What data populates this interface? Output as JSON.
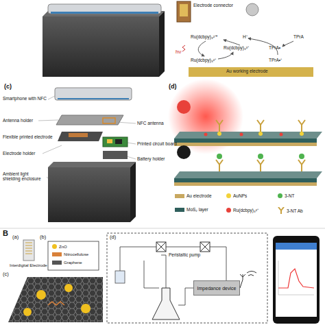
{
  "diagram": {
    "nodes": [
      {
        "text": [
          "Impedance device"
        ]
      }
    ],
    "labels": [
      "(c)",
      "(d)",
      "Electrode connector",
      "hν",
      "Ru(dcbpy)₃²⁺*",
      "H⁺",
      "Ru(dcbpy)₃³⁺",
      "TPrA•",
      "TPrA",
      "Ru(dcbpy)₃²⁺",
      "TPrA•⁺",
      "Au working electrode",
      "Smartphone with NFC",
      "Antenna holder",
      "NFC antenna",
      "Flexible printed electrode",
      "Printed circuit board",
      "Electrode holder",
      "Battery holder",
      "Ambient light shielding enclosure",
      "B",
      "(a)",
      "(b)",
      "(c)",
      "(d)",
      "Interdigital Electrode",
      "Peristaltic pump"
    ],
    "legend": [
      {
        "text": "Au electrode",
        "color": "#c8a860"
      },
      {
        "text": "AuNPs",
        "color": "#f2d23a"
      },
      {
        "text": "3-NT",
        "color": "#4fb34f"
      },
      {
        "text": "MoS₂ layer",
        "color": "#2f5f5c"
      },
      {
        "text": "Ru(dcbpy)₃²⁺",
        "color": "#e8413a"
      },
      {
        "text": "3-NT Ab"
      },
      {
        "text": "ZnO",
        "color": "#f0c020"
      },
      {
        "text": "Nitrocellulose",
        "color": "#d9813a"
      },
      {
        "text": "Graphene",
        "color": "#555555"
      }
    ]
  }
}
